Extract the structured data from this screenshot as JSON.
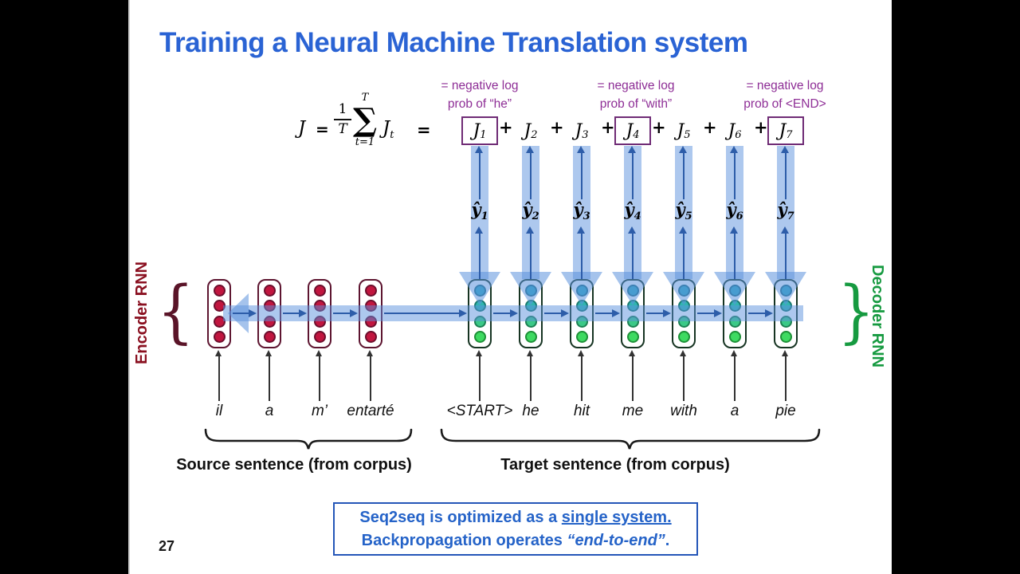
{
  "title": "Training a Neural Machine Translation system",
  "page_number": "27",
  "formula": {
    "j": "J",
    "eq1": "=",
    "numerator": "1",
    "denominator": "T",
    "sum_symbol": "∑",
    "sum_top": "T",
    "sum_bottom": "t=1",
    "jt_base": "J",
    "jt_sub": "t",
    "eq2": "="
  },
  "annotations": [
    {
      "line1": "= negative log",
      "line2": "prob of “he”"
    },
    {
      "line1": "= negative log",
      "line2": "prob of “with”"
    },
    {
      "line1": "= negative log",
      "line2": "prob of <END>"
    }
  ],
  "loss": {
    "symbol": "J",
    "plus": "+",
    "terms": [
      {
        "sub": "1",
        "boxed": true
      },
      {
        "sub": "2",
        "boxed": false
      },
      {
        "sub": "3",
        "boxed": false
      },
      {
        "sub": "4",
        "boxed": true
      },
      {
        "sub": "5",
        "boxed": false
      },
      {
        "sub": "6",
        "boxed": false
      },
      {
        "sub": "7",
        "boxed": true
      }
    ]
  },
  "yhat": {
    "symbol": "ŷ",
    "subs": [
      "1",
      "2",
      "3",
      "4",
      "5",
      "6",
      "7"
    ]
  },
  "encoder": {
    "label": "Encoder RNN",
    "brace": "{",
    "words": [
      "il",
      "a",
      "m’",
      "entarté"
    ]
  },
  "decoder": {
    "label": "Decoder RNN",
    "brace": "}",
    "words": [
      "<START>",
      "he",
      "hit",
      "me",
      "with",
      "a",
      "pie"
    ]
  },
  "captions": {
    "source": "Source sentence (from corpus)",
    "target": "Target sentence (from corpus)"
  },
  "callout": {
    "line1_prefix": "Seq2seq is optimized as a ",
    "line1_emphasis": "single system.",
    "line2_prefix": "Backpropagation operates ",
    "line2_italic": "“end-to-end”",
    "line2_suffix": "."
  },
  "colors": {
    "title_blue": "#2a63d4",
    "annotation_purple": "#8e2e96",
    "loss_box_purple": "#6f2b75",
    "band_blue": "#5b91dd",
    "arrow_dark_blue": "#2d5da9",
    "encoder_dark_red": "#8a1020",
    "encoder_cell_border": "#5d1530",
    "encoder_circle_fill": "#c1163f",
    "encoder_circle_border": "#6d0f2d",
    "decoder_green": "#169a40",
    "decoder_cell_border": "#163422",
    "decoder_circle_fills": [
      "#2fa9c2",
      "#31b5b0",
      "#3bc987",
      "#3eda61"
    ],
    "decoder_circle_borders": [
      "#196e84",
      "#197a6e",
      "#1d8153",
      "#1e9038"
    ],
    "callout_blue": "#2456b8",
    "callout_text": "#2563c8",
    "word_arrow_black": "#333333"
  }
}
